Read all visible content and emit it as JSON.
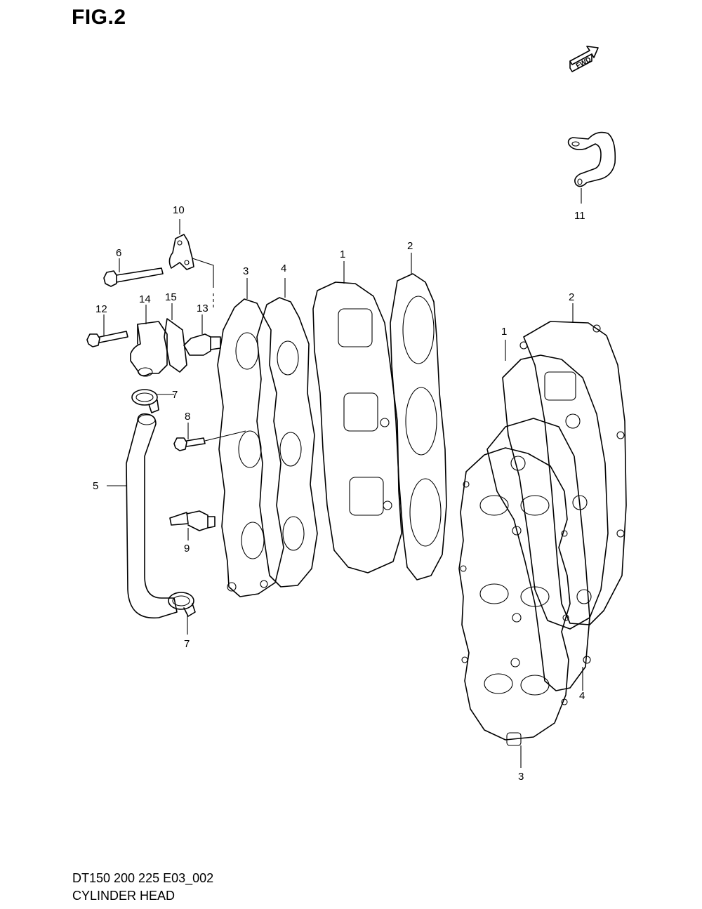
{
  "figure": {
    "title": "FIG.2"
  },
  "direction_marker": {
    "label": "FWD",
    "icon": "forward-arrow-icon"
  },
  "callouts": {
    "c1a": "1",
    "c1b": "1",
    "c2a": "2",
    "c2b": "2",
    "c3a": "3",
    "c3b": "3",
    "c4a": "4",
    "c4b": "4",
    "c5": "5",
    "c6": "6",
    "c7a": "7",
    "c7b": "7",
    "c8": "8",
    "c9": "9",
    "c10": "10",
    "c11": "11",
    "c12": "12",
    "c13": "13",
    "c14": "14",
    "c15": "15"
  },
  "caption": {
    "model_line": "DT150 200 225 E03_002",
    "name_line": "CYLINDER HEAD"
  }
}
